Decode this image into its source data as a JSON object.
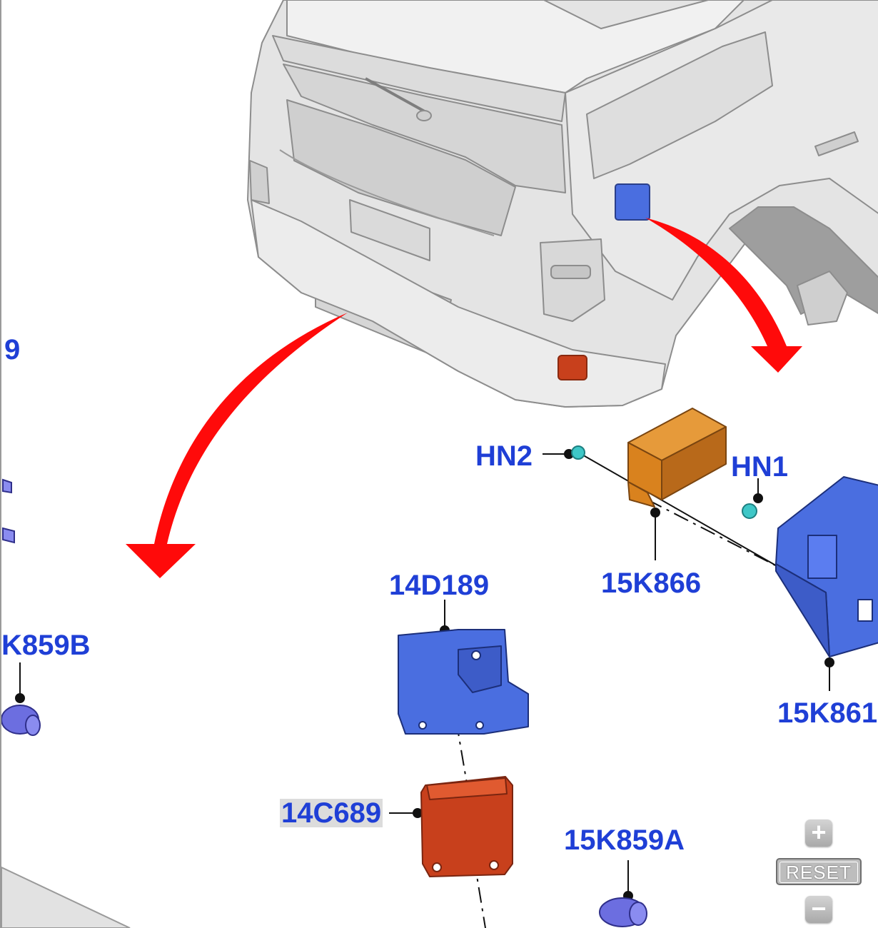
{
  "callouts": {
    "hn2": "HN2",
    "hn1": "HN1",
    "p15k866": "15K866",
    "p14d189": "14D189",
    "p15k861": "15K861",
    "p14c689": "14C689",
    "p15k859a": "15K859A",
    "p15k859b": "K859B",
    "left_top": "9"
  },
  "controls": {
    "zoom_in": "+",
    "reset": "RESET",
    "zoom_out": "−"
  },
  "colors": {
    "callout_text": "#1f3fd6",
    "arrow": "#ff0a0a",
    "bracket_blue": "#4a6ee0",
    "module_orange": "#d9821e",
    "module_red": "#c8401c",
    "sensor_purple": "#6c6ee0",
    "clip_teal": "#3ec7c7",
    "vehicle_gray": "#e6e6e6"
  },
  "icons": {
    "zoom_in": "plus-icon",
    "zoom_out": "minus-icon"
  }
}
